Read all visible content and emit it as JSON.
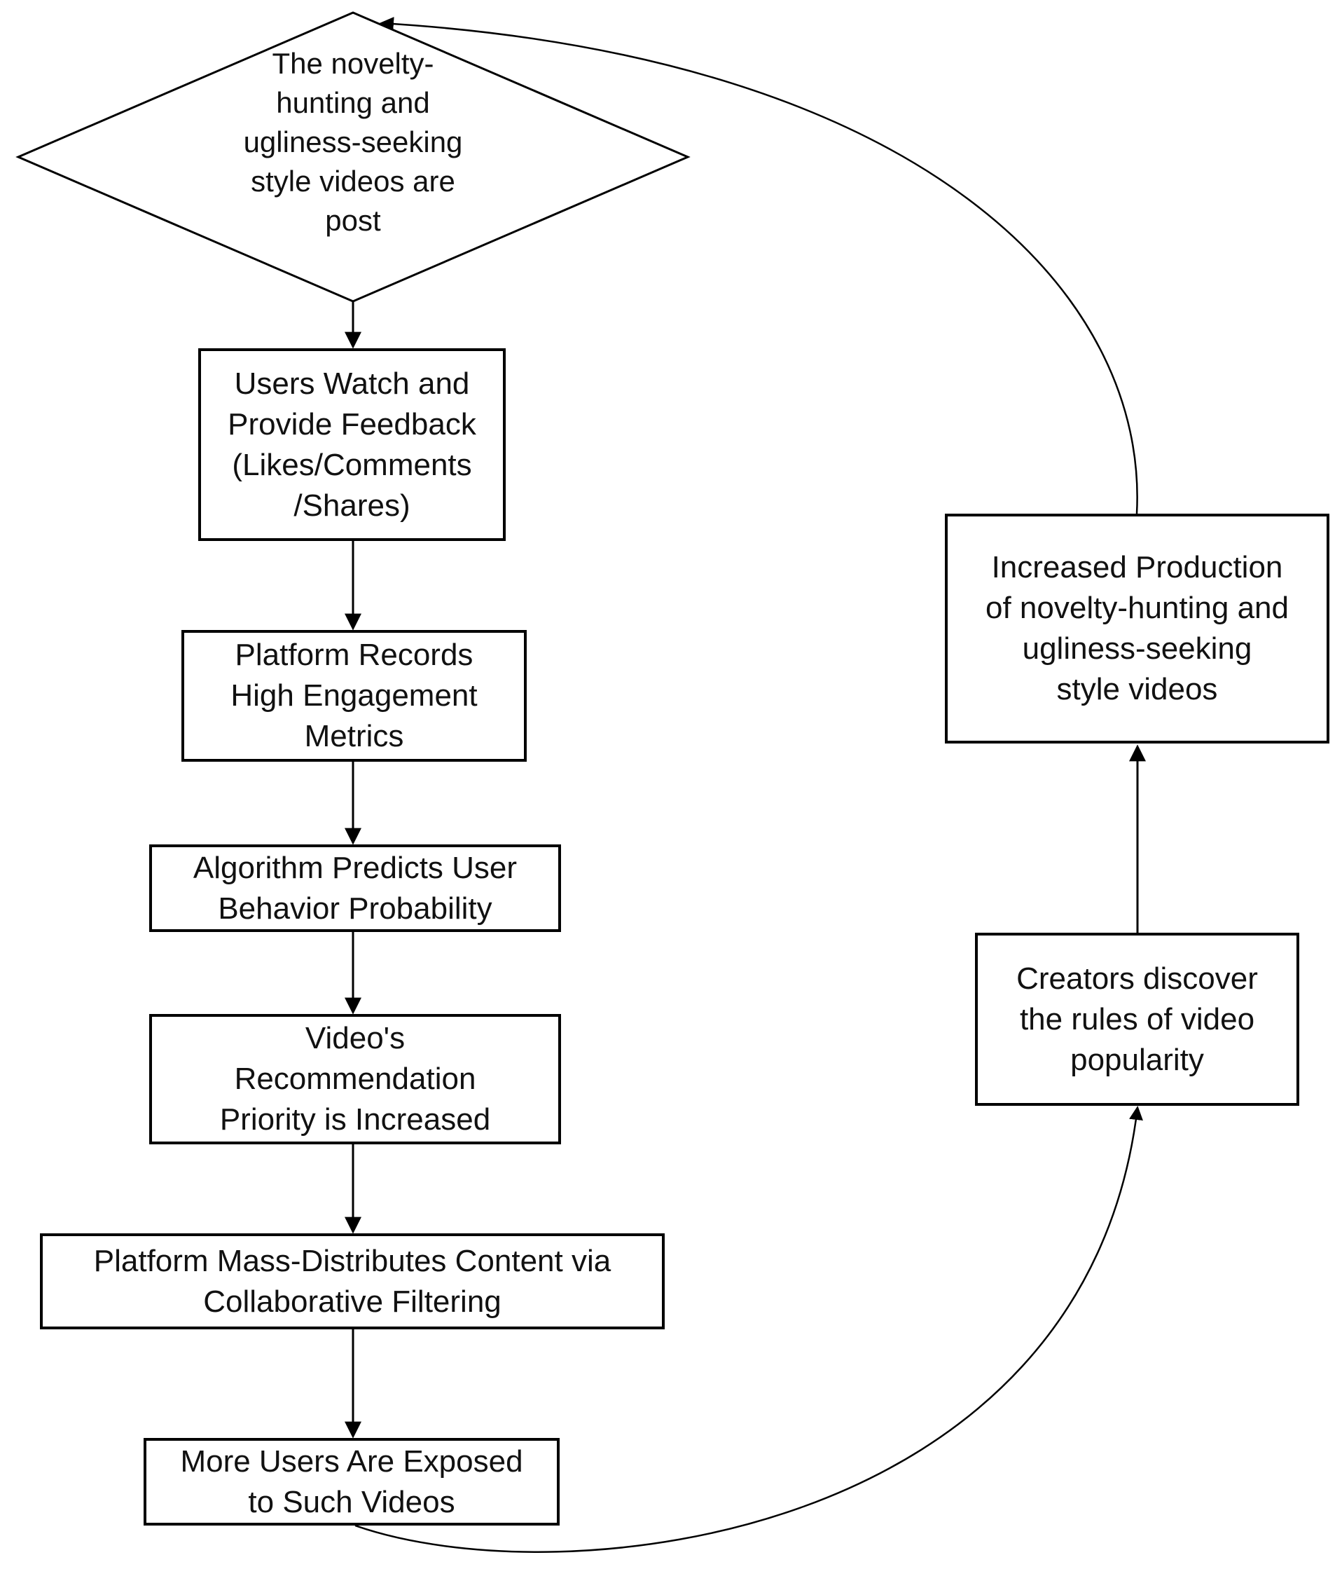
{
  "diagram": {
    "type": "flowchart",
    "background_color": "#ffffff",
    "line_color": "#000000",
    "text_color": "#111111",
    "nodes": {
      "start_diamond": {
        "shape": "diamond",
        "label": "The novelty-\nhunting and\nugliness-seeking\nstyle videos are\npost"
      },
      "users_watch": {
        "shape": "rect",
        "label": "Users Watch and\nProvide Feedback\n(Likes/Comments\n/Shares)"
      },
      "platform_records": {
        "shape": "rect",
        "label": "Platform Records\nHigh Engagement\nMetrics"
      },
      "algorithm_predicts": {
        "shape": "rect",
        "label": "Algorithm Predicts User\nBehavior Probability"
      },
      "recommendation_priority": {
        "shape": "rect",
        "label": "Video's\nRecommendation\nPriority is Increased"
      },
      "mass_distributes": {
        "shape": "rect",
        "label": "Platform Mass-Distributes Content via\nCollaborative Filtering"
      },
      "more_users": {
        "shape": "rect",
        "label": "More Users Are Exposed\nto Such Videos"
      },
      "creators_discover": {
        "shape": "rect",
        "label": "Creators discover\nthe rules of video\npopularity"
      },
      "increased_production": {
        "shape": "rect",
        "label": "Increased Production\nof novelty-hunting and\nugliness-seeking\nstyle videos"
      }
    },
    "edges": [
      {
        "from": "start_diamond",
        "to": "users_watch"
      },
      {
        "from": "users_watch",
        "to": "platform_records"
      },
      {
        "from": "platform_records",
        "to": "algorithm_predicts"
      },
      {
        "from": "algorithm_predicts",
        "to": "recommendation_priority"
      },
      {
        "from": "recommendation_priority",
        "to": "mass_distributes"
      },
      {
        "from": "mass_distributes",
        "to": "more_users"
      },
      {
        "from": "more_users",
        "to": "creators_discover"
      },
      {
        "from": "creators_discover",
        "to": "increased_production"
      },
      {
        "from": "increased_production",
        "to": "start_diamond"
      }
    ]
  }
}
